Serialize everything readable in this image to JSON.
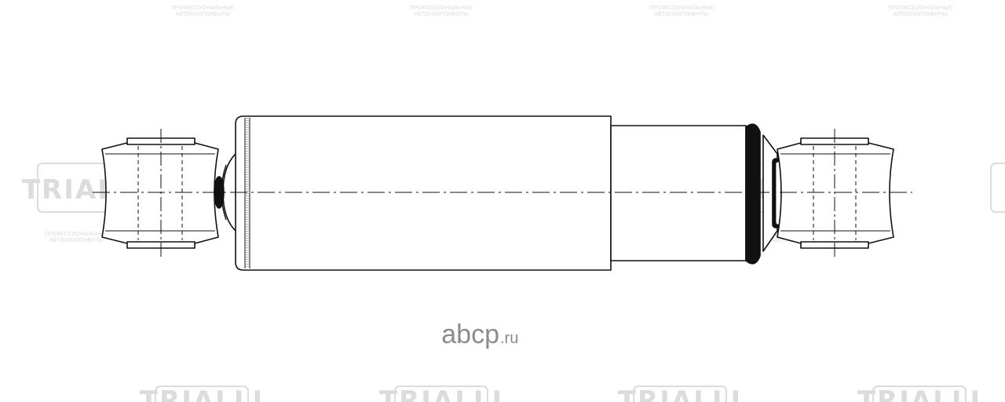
{
  "watermark": {
    "logo_text": "TRIALLI",
    "tagline_line1": "ПРОФЕССИОНАЛЬНЫЕ",
    "tagline_line2": "АВТОКОМПОНЕНТЫ"
  },
  "branding": {
    "site_name": "abcp",
    "site_domain": ".ru"
  },
  "colors": {
    "outline": "#111111",
    "watermark": "#d9d9d9",
    "brand_text": "#8c8c8c"
  }
}
